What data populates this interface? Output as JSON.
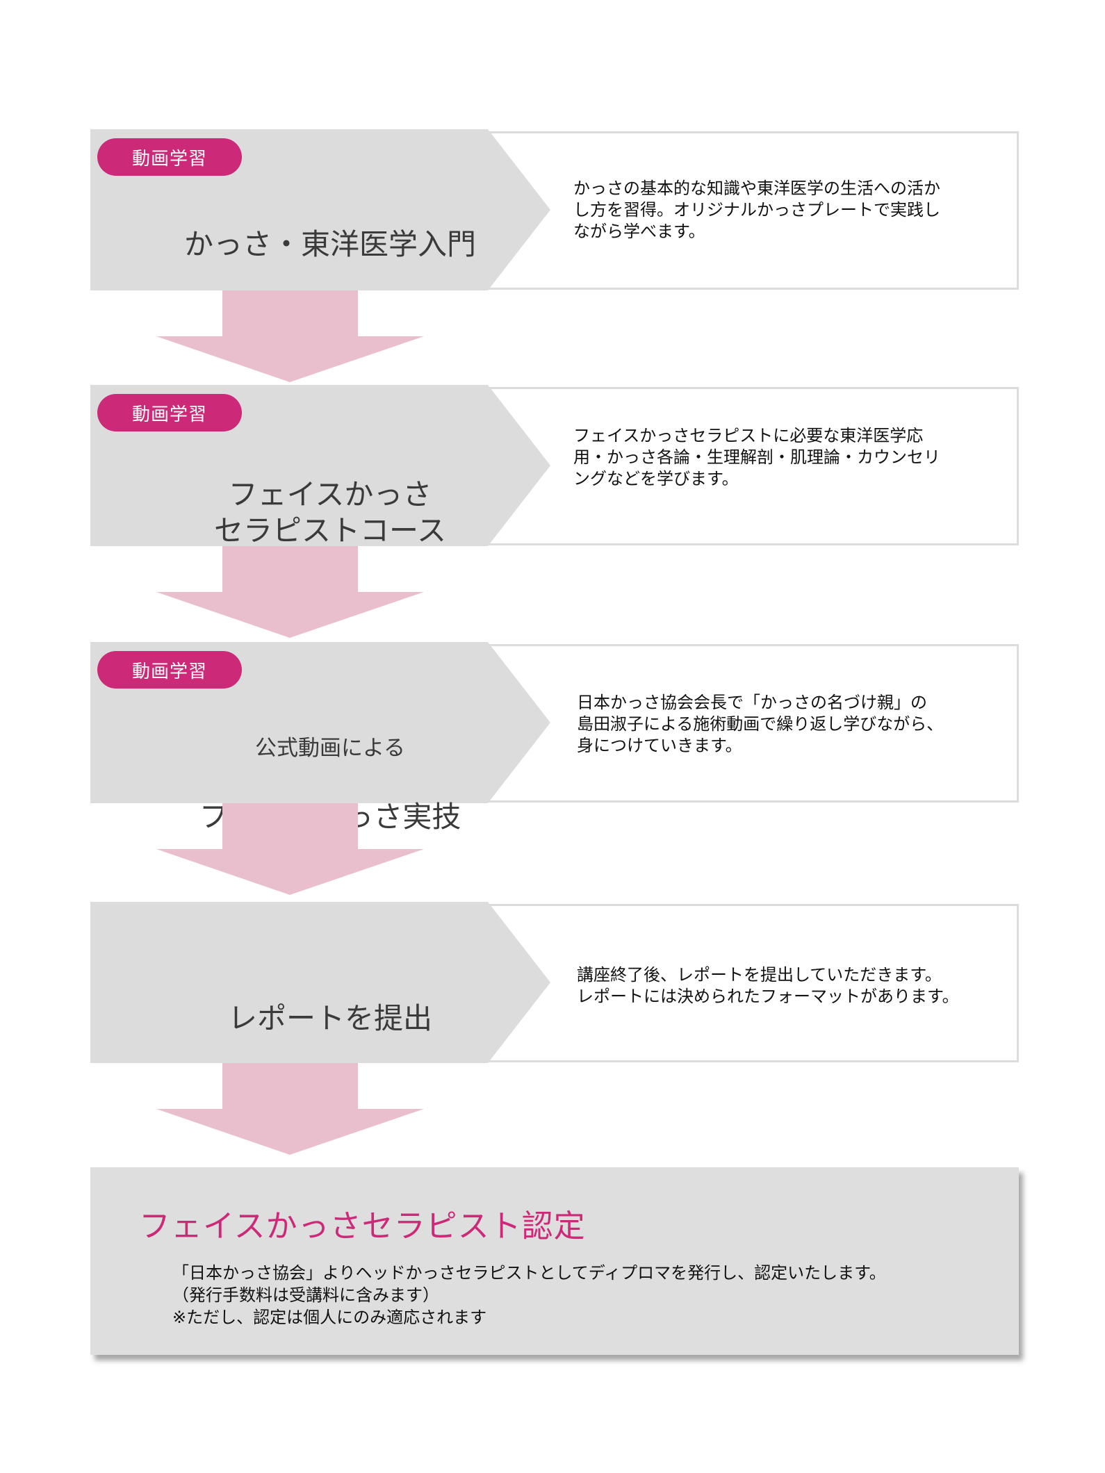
{
  "steps": [
    {
      "badge": "動画学習",
      "title": "かっさ・東洋医学入門",
      "subtitle": "",
      "description": "かっさの基本的な知識や東洋医学の生活への活か\nし方を習得。オリジナルかっさプレートで実践し\nながら学べます。"
    },
    {
      "badge": "動画学習",
      "title": "フェイスかっさ\nセラピストコース",
      "subtitle": "",
      "description": "フェイスかっさセラピストに必要な東洋医学応\n用・かっさ各論・生理解剖・肌理論・カウンセリ\nングなどを学びます。"
    },
    {
      "badge": "動画学習",
      "title": "フェイスかっさ実技",
      "subtitle": "公式動画による",
      "description": "日本かっさ協会会長で「かっさの名づけ親」の\n島田淑子による施術動画で繰り返し学びながら、\n身につけていきます。"
    },
    {
      "badge": "",
      "title": "レポートを提出",
      "subtitle": "",
      "description": "講座終了後、レポートを提出していただきます。\nレポートには決められたフォーマットがあります。"
    }
  ],
  "final": {
    "title": "フェイスかっさセラピスト認定",
    "lines": [
      "「日本かっさ協会」よりヘッドかっさセラピストとしてディプロマを発行し、認定いたします。",
      "（発行手数料は受講料に含みます）",
      "※ただし、認定は個人にのみ適応されます"
    ]
  },
  "colors": {
    "accent": "#cc2a78",
    "arrow": "#e9bfcd",
    "box_gray": "#dcdcdc",
    "border": "#dcdcdc"
  }
}
